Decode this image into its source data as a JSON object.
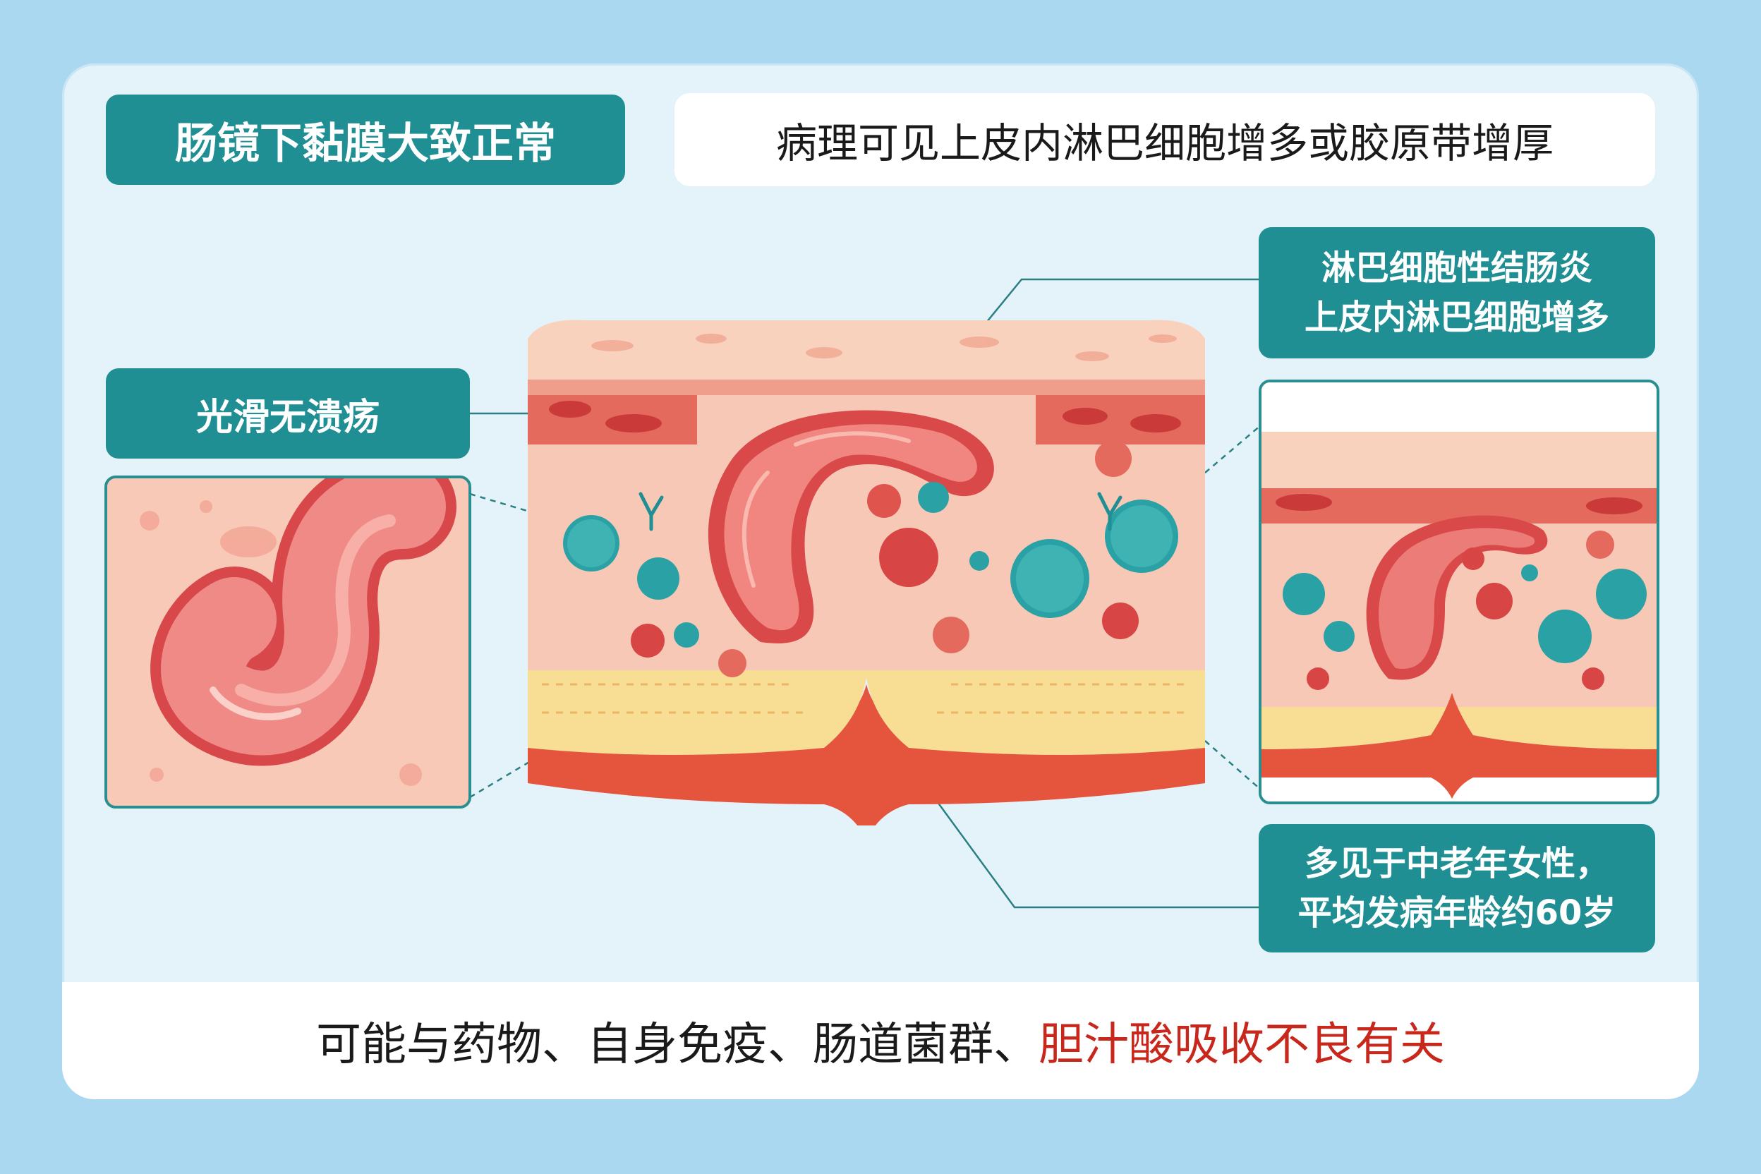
{
  "labels": {
    "top_left": "肠镜下黏膜大致正常",
    "top_right": "病理可见上皮内淋巴细胞增多或胶原带增厚",
    "left_tag": "光滑无溃疡",
    "right_top_line1": "淋巴细胞性结肠炎",
    "right_top_line2": "上皮内淋巴细胞增多",
    "right_bottom_line1": "多见于中老年女性，",
    "right_bottom_line2": "平均发病年龄约60岁"
  },
  "footer": {
    "part_normal": "可能与药物、自身免疫、肠道菌群、",
    "part_highlight": "胆汁酸吸收不良有关"
  },
  "colors": {
    "teal": "#1f8f94",
    "highlight": "#c8281c",
    "background": "#a9d8f0"
  }
}
